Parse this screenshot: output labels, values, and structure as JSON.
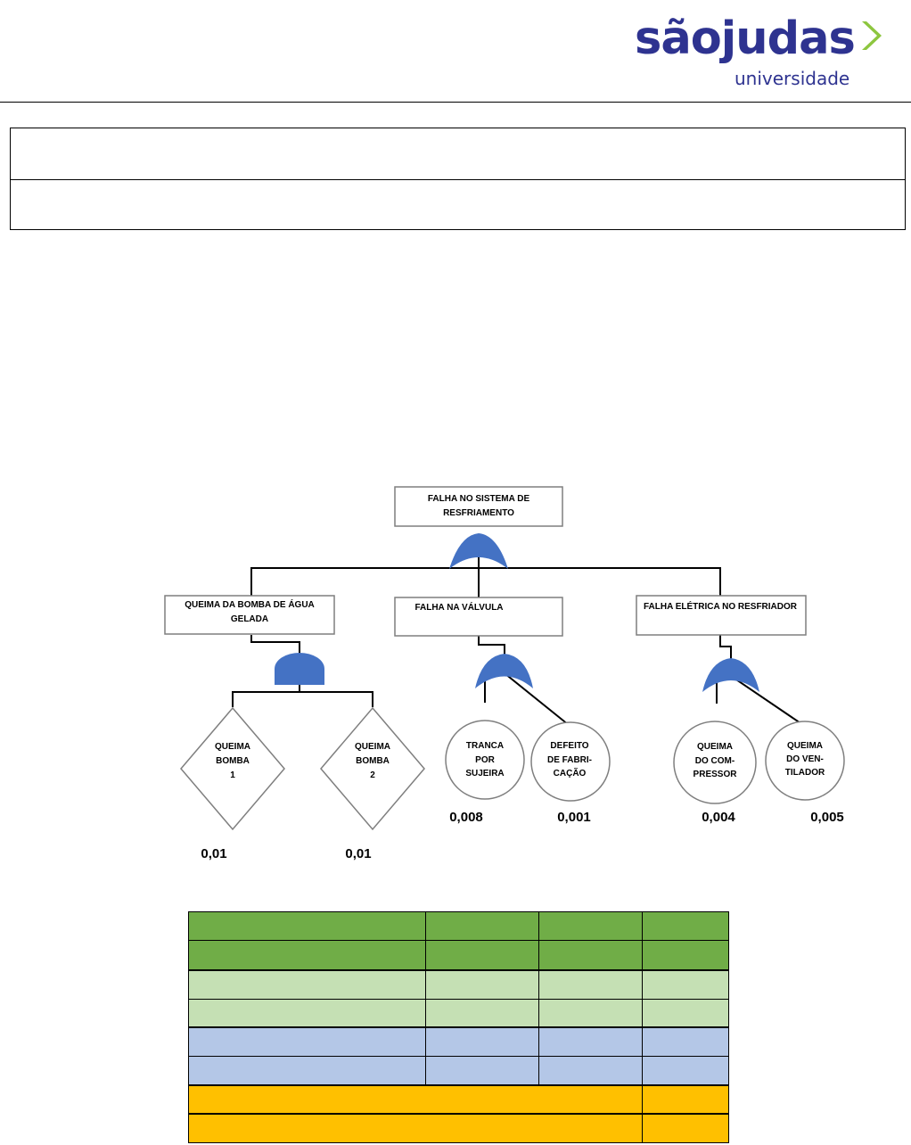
{
  "logo": {
    "brand_text": "sãojudas",
    "sub_text": "universidade",
    "brand_color": "#2e3390",
    "accent_color": "#8dc63f",
    "icon": "chevron-right-icon"
  },
  "fault_tree": {
    "top_event": {
      "line1": "FALHA NO SISTEMA DE",
      "line2": "RESFRIAMENTO"
    },
    "branches": {
      "pump": {
        "line1": "QUEIMA DA BOMBA DE ÁGUA",
        "line2": "GELADA"
      },
      "valve": {
        "line1": "FALHA NA VÁLVULA"
      },
      "electric": {
        "line1": "FALHA ELÉTRICA NO RESFRIADOR"
      }
    },
    "basic_events": {
      "pump1": {
        "l1": "QUEIMA",
        "l2": "BOMBA",
        "l3": "1",
        "prob": "0,01"
      },
      "pump2": {
        "l1": "QUEIMA",
        "l2": "BOMBA",
        "l3": "2",
        "prob": "0,01"
      },
      "dirt": {
        "l1": "TRANCA",
        "l2": "POR",
        "l3": "SUJEIRA",
        "prob": "0,008"
      },
      "defect": {
        "l1": "DEFEITO",
        "l2": "DE FABRI-",
        "l3": "CAÇÃO",
        "prob": "0,001"
      },
      "comp": {
        "l1": "QUEIMA",
        "l2": "DO COM-",
        "l3": "PRESSOR",
        "prob": "0,004"
      },
      "fan": {
        "l1": "QUEIMA",
        "l2": "DO VEN-",
        "l3": "TILADOR",
        "prob": "0,005"
      }
    },
    "colors": {
      "gate": "#4472c4",
      "line": "#000000",
      "box_border": "#7f7f7f"
    }
  },
  "table": {
    "colors": {
      "green_dark": "#70ad47",
      "green_light": "#c5e0b4",
      "blue_light": "#b4c7e7",
      "orange": "#ffc000"
    }
  }
}
